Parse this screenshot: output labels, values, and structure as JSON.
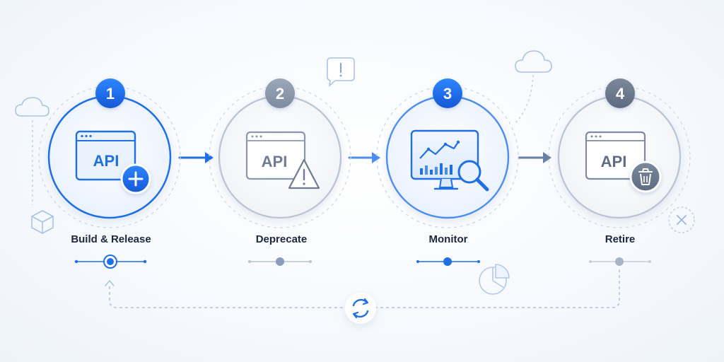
{
  "steps": [
    {
      "number": "1",
      "label": "Build & Release",
      "icon_text": "API",
      "state": "active",
      "accent": "#1f6fe5"
    },
    {
      "number": "2",
      "label": "Deprecate",
      "icon_text": "API",
      "state": "inactive",
      "accent": "#8a97ad"
    },
    {
      "number": "3",
      "label": "Monitor",
      "icon_text": "",
      "state": "active",
      "accent": "#1f6fe5"
    },
    {
      "number": "4",
      "label": "Retire",
      "icon_text": "API",
      "state": "inactive",
      "accent": "#6b7890"
    }
  ],
  "icons": {
    "step1": "api-window-plus-icon",
    "step2": "api-window-warning-icon",
    "step3": "monitor-chart-magnifier-icon",
    "step4": "api-window-trash-icon",
    "decor": [
      "cloud-icon",
      "cube-icon",
      "alert-bubble-icon",
      "cloud-icon",
      "pie-chart-icon",
      "close-circle-icon",
      "refresh-cycle-icon"
    ]
  },
  "colors": {
    "accent_blue": "#1f6fe5",
    "inactive_gray": "#8a97ad",
    "dark_text": "#1c2740"
  }
}
